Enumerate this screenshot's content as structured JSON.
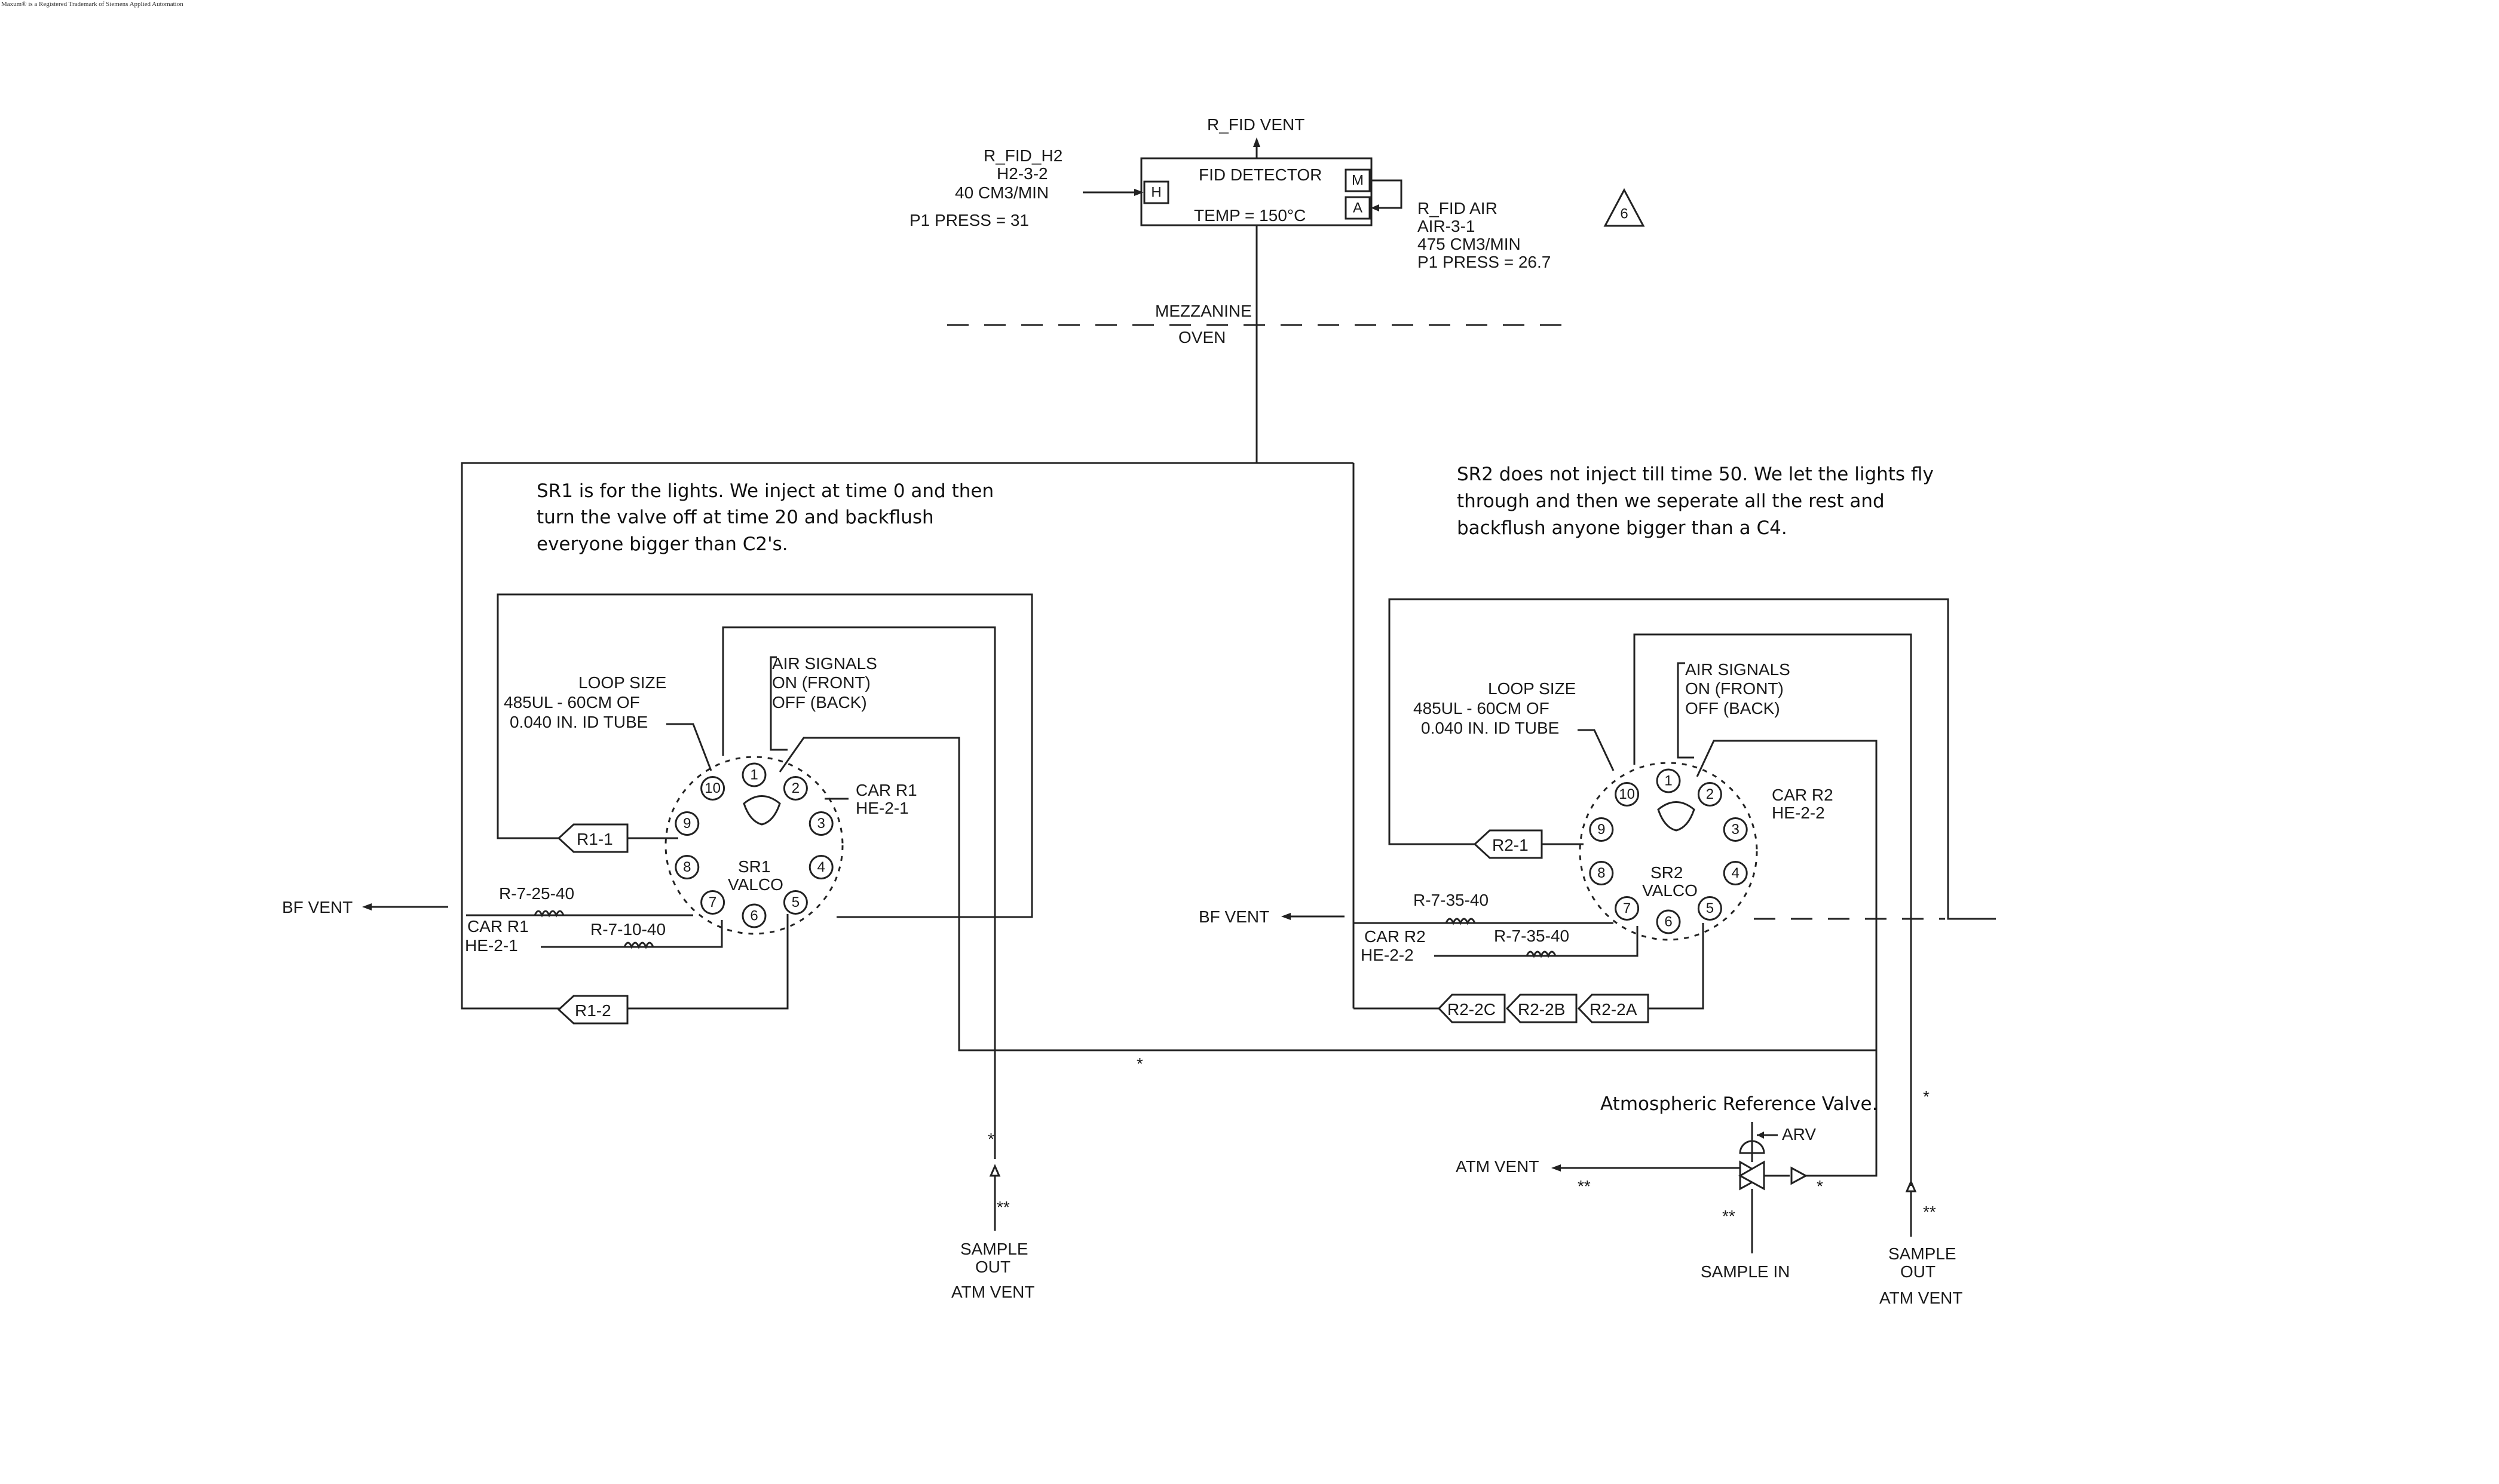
{
  "footer_notice": "Maxum® is a Registered Trademark of Siemens Applied Automation",
  "detector": {
    "vent_label": "R_FID VENT",
    "box_title": "FID DETECTOR",
    "temp_label": "TEMP = 150°C",
    "port_h": "H",
    "port_m": "M",
    "port_a": "A",
    "h2_lines": [
      "R_FID_H2",
      "H2-3-2",
      "40 CM3/MIN",
      "P1 PRESS = 31"
    ],
    "air_lines": [
      "R_FID AIR",
      "AIR-3-1",
      "475 CM3/MIN",
      "P1 PRESS = 26.7"
    ],
    "revision_mark": "6"
  },
  "zones": {
    "upper": "MEZZANINE",
    "lower": "OVEN"
  },
  "valves": {
    "sr1": {
      "name": "SR1",
      "type": "VALCO",
      "ports": [
        "1",
        "2",
        "3",
        "4",
        "5",
        "6",
        "7",
        "8",
        "9",
        "10"
      ],
      "note_lines": [
        "SR1 is for the lights. We inject at time 0 and then",
        "turn the valve off at time 20 and backflush",
        "everyone bigger than C2's."
      ],
      "loop_lines": [
        "LOOP SIZE",
        "485UL - 60CM OF",
        "0.040 IN. ID TUBE"
      ],
      "air_lines": [
        "AIR SIGNALS",
        "ON (FRONT)",
        "OFF (BACK)"
      ],
      "carrier_lines": [
        "CAR R1",
        "HE-2-1"
      ],
      "carrier2_lines": [
        "CAR R1",
        "HE-2-1"
      ],
      "restrictor_top": "R-7-25-40",
      "restrictor_bottom": "R-7-10-40",
      "bf_vent": "BF VENT",
      "column_top": "R1-1",
      "column_bottom": "R1-2",
      "sample_out": [
        "SAMPLE",
        "OUT"
      ],
      "atm_vent": "ATM VENT"
    },
    "sr2": {
      "name": "SR2",
      "type": "VALCO",
      "ports": [
        "1",
        "2",
        "3",
        "4",
        "5",
        "6",
        "7",
        "8",
        "9",
        "10"
      ],
      "note_lines": [
        "SR2 does not inject till time 50. We let the lights fly",
        "through and then we seperate all the rest and",
        "backflush anyone bigger than a C4."
      ],
      "loop_lines": [
        "LOOP SIZE",
        "485UL - 60CM OF",
        "0.040 IN. ID TUBE"
      ],
      "air_lines": [
        "AIR SIGNALS",
        "ON (FRONT)",
        "OFF (BACK)"
      ],
      "carrier_lines": [
        "CAR R2",
        "HE-2-2"
      ],
      "carrier2_lines": [
        "CAR R2",
        "HE-2-2"
      ],
      "restrictor_top": "R-7-35-40",
      "restrictor_bottom": "R-7-35-40",
      "bf_vent": "BF VENT",
      "column_top": "R2-1",
      "columns_bottom": [
        "R2-2C",
        "R2-2B",
        "R2-2A"
      ],
      "sample_out": [
        "SAMPLE",
        "OUT"
      ],
      "atm_vent": "ATM VENT"
    }
  },
  "arv": {
    "note": "Atmospheric Reference Valve.",
    "label": "ARV",
    "atm_vent": "ATM VENT",
    "sample_in": "SAMPLE IN"
  },
  "marks": {
    "single": "*",
    "double": "**"
  }
}
